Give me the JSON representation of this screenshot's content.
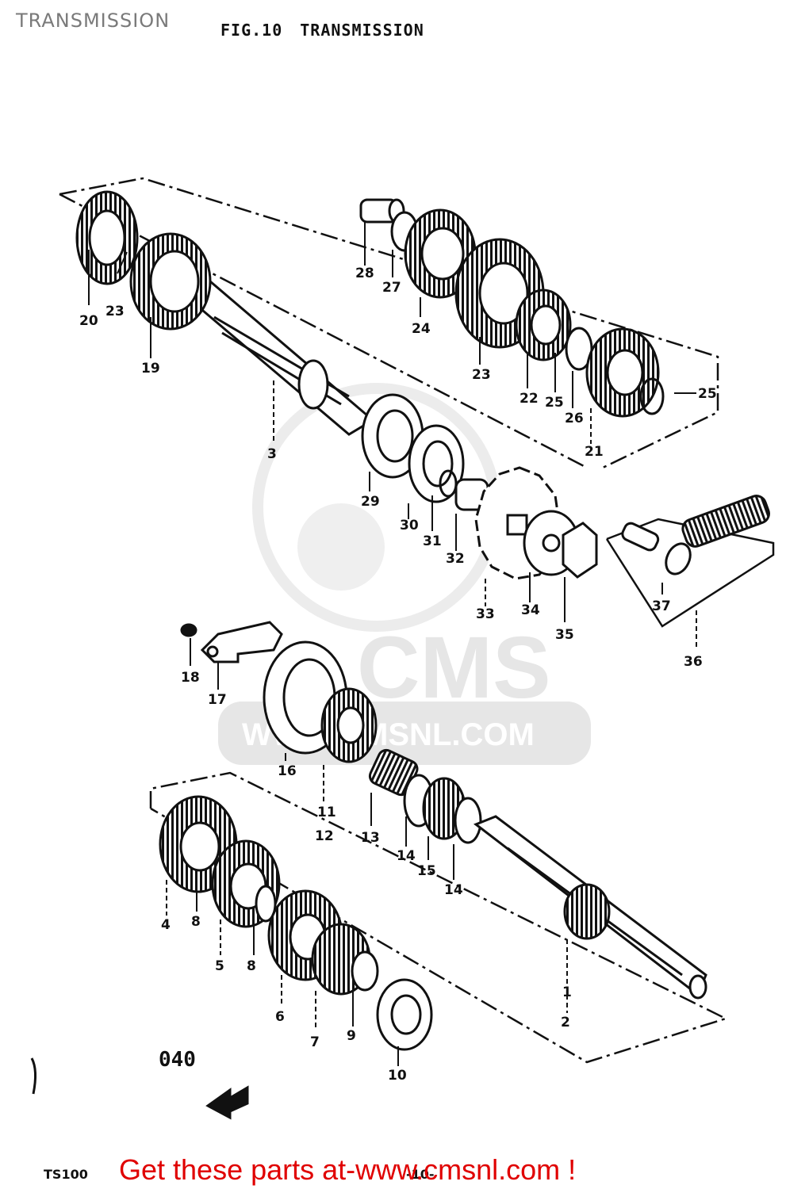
{
  "page": {
    "title": "TRANSMISSION",
    "figure": {
      "number": "FIG.10",
      "name": "TRANSMISSION"
    },
    "figure_code": "040",
    "model": "TS100",
    "page_number": "-10-"
  },
  "watermark": {
    "brand": "CMS",
    "url": "WWW.CMSNL.COM"
  },
  "cta": {
    "text": "Get these parts at-www.cmsnl.com !"
  },
  "callouts": {
    "c20": "20",
    "c23a": "23",
    "c19": "19",
    "c3": "3",
    "c28": "28",
    "c27": "27",
    "c24": "24",
    "c23b": "23",
    "c22": "22",
    "c25a": "25",
    "c26": "26",
    "c21": "21",
    "c25b": "25",
    "c29": "29",
    "c30": "30",
    "c31": "31",
    "c32": "32",
    "c33": "33",
    "c34": "34",
    "c35": "35",
    "c36": "36",
    "c37": "37",
    "c18": "18",
    "c17": "17",
    "c16": "16",
    "c11": "11",
    "c12": "12",
    "c13": "13",
    "c14a": "14",
    "c15": "15",
    "c14b": "14",
    "c4": "4",
    "c8a": "8",
    "c5": "5",
    "c8b": "8",
    "c6": "6",
    "c7": "7",
    "c9": "9",
    "c10": "10",
    "c1": "1",
    "c2": "2"
  },
  "colors": {
    "ink": "#111111",
    "cta": "#e00000",
    "watermark": "#e6e6e6"
  }
}
